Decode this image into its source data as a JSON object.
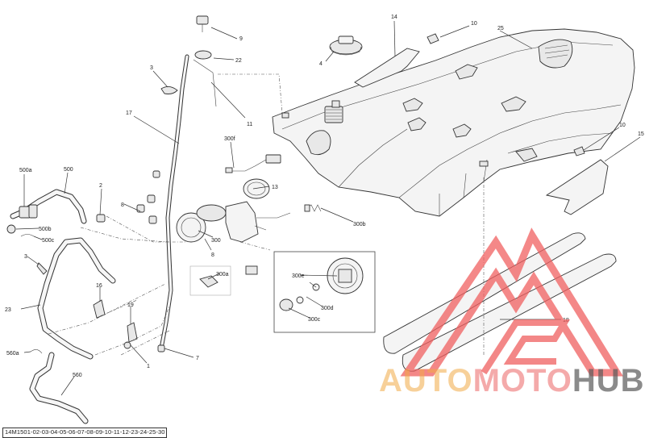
{
  "diagram": {
    "callouts": {
      "c1": "1",
      "c2": "2",
      "c3a": "3",
      "c3b": "3",
      "c4": "4",
      "c7": "7",
      "c8a": "8",
      "c8b": "8",
      "c9": "9",
      "c10a": "10",
      "c10b": "10",
      "c11": "11",
      "c13": "13",
      "c14": "14",
      "c15": "15",
      "c16": "16",
      "c17": "17",
      "c18": "18",
      "c19": "19",
      "c22": "22",
      "c23": "23",
      "c25": "25",
      "c300": "300",
      "c300a": "300a",
      "c300b": "300b",
      "c300c": "300c",
      "c300d": "300d",
      "c300e": "300e",
      "c300f": "300f",
      "c500": "500",
      "c500a": "500a",
      "c500b": "500b",
      "c500c": "500c",
      "c560": "560",
      "c560a": "560a"
    }
  },
  "footer": {
    "code": "14M1501-02-03-04-05-06-07-08-09-10-11-12-23-24-25-30"
  },
  "watermark": {
    "word_part1": "AUTO",
    "word_part2": "MOTO",
    "word_part3": "HUB",
    "logo_icon": "triangle-m-logo-icon",
    "colors": {
      "auto": "#f0aa46",
      "moto": "#eb6464",
      "hub": "#5a5a5a",
      "logo": "#f06060"
    }
  }
}
